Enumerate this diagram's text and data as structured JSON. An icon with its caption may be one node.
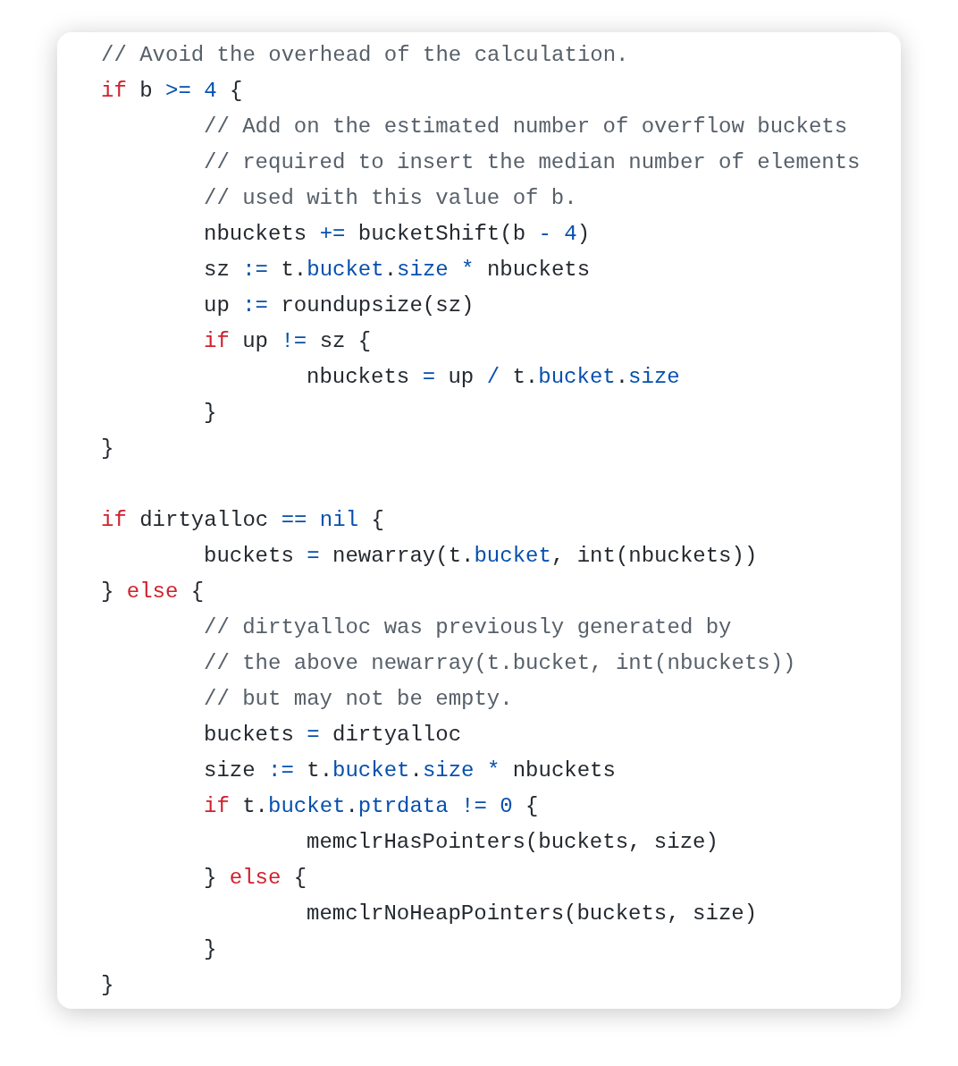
{
  "diagram": {
    "labels": [
      "// Avoid the overhead of the calculation.",
      "if b >= 4 {",
      "// Add on the estimated number of overflow buckets",
      "// required to insert the median number of elements",
      "// used with this value of b.",
      "nbuckets += bucketShift(b - 4)",
      "sz := t.bucket.size * nbuckets",
      "up := roundupsize(sz)",
      "if up != sz {",
      "nbuckets = up / t.bucket.size",
      "}",
      "}",
      "if dirtyalloc == nil {",
      "buckets = newarray(t.bucket, int(nbuckets))",
      "} else {",
      "// dirtyalloc was previously generated by",
      "// the above newarray(t.bucket, int(nbuckets))",
      "// but may not be empty.",
      "buckets = dirtyalloc",
      "size := t.bucket.size * nbuckets",
      "if t.bucket.ptrdata != 0 {",
      "memclrHasPointers(buckets, size)",
      "} else {",
      "memclrNoHeapPointers(buckets, size)",
      "}",
      "}"
    ]
  }
}
